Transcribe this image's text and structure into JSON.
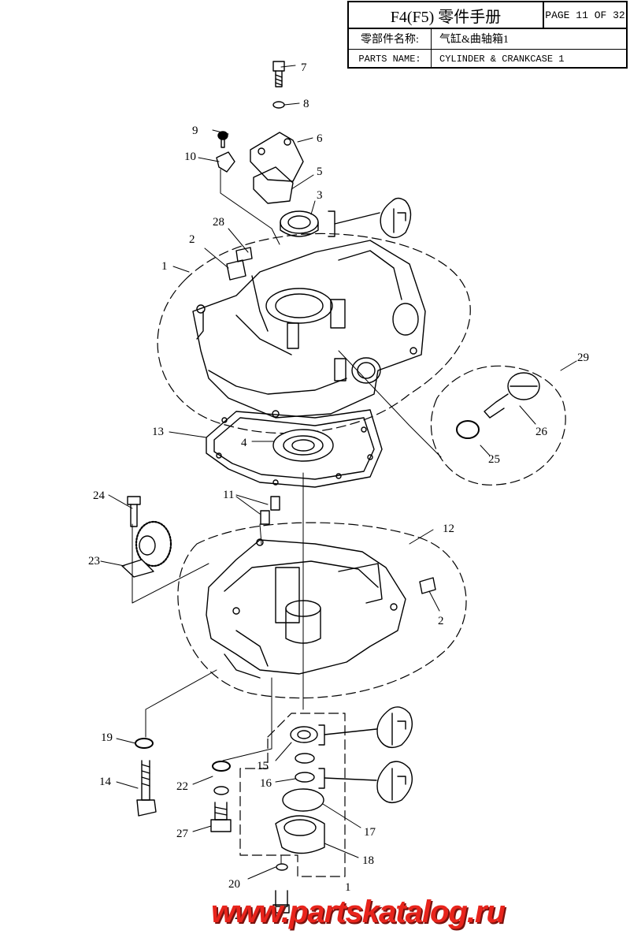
{
  "title_block": {
    "book_title": "F4(F5) 零件手册",
    "page_label": "PAGE 11 OF 32",
    "part_name_label_cn": "零部件名称:",
    "part_name_cn": "气缸&曲轴箱1",
    "part_name_label_en": "PARTS NAME:",
    "part_name_en": "CYLINDER & CRANKCASE 1"
  },
  "callouts": {
    "c1": "1",
    "c2a": "2",
    "c2b": "2",
    "c3": "3",
    "c4": "4",
    "c5": "5",
    "c6": "6",
    "c7": "7",
    "c8": "8",
    "c9": "9",
    "c10": "10",
    "c11": "11",
    "c12": "12",
    "c13": "13",
    "c14": "14",
    "c15": "15",
    "c16": "16",
    "c17": "17",
    "c18": "18",
    "c19": "19",
    "c20": "20",
    "c21": "2",
    "c22": "22",
    "c23": "23",
    "c24": "24",
    "c25": "25",
    "c26": "26",
    "c27": "27",
    "c28": "28",
    "c29": "29",
    "cx": "1"
  },
  "watermark": "www.partskatalog.ru"
}
